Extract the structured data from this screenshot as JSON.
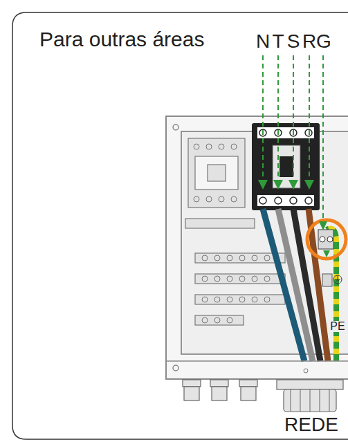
{
  "diagram": {
    "title": "Para outras áreas",
    "labels": [
      "N",
      "T",
      "S",
      "R",
      "G",
      "PE",
      "REDE"
    ]
  }
}
